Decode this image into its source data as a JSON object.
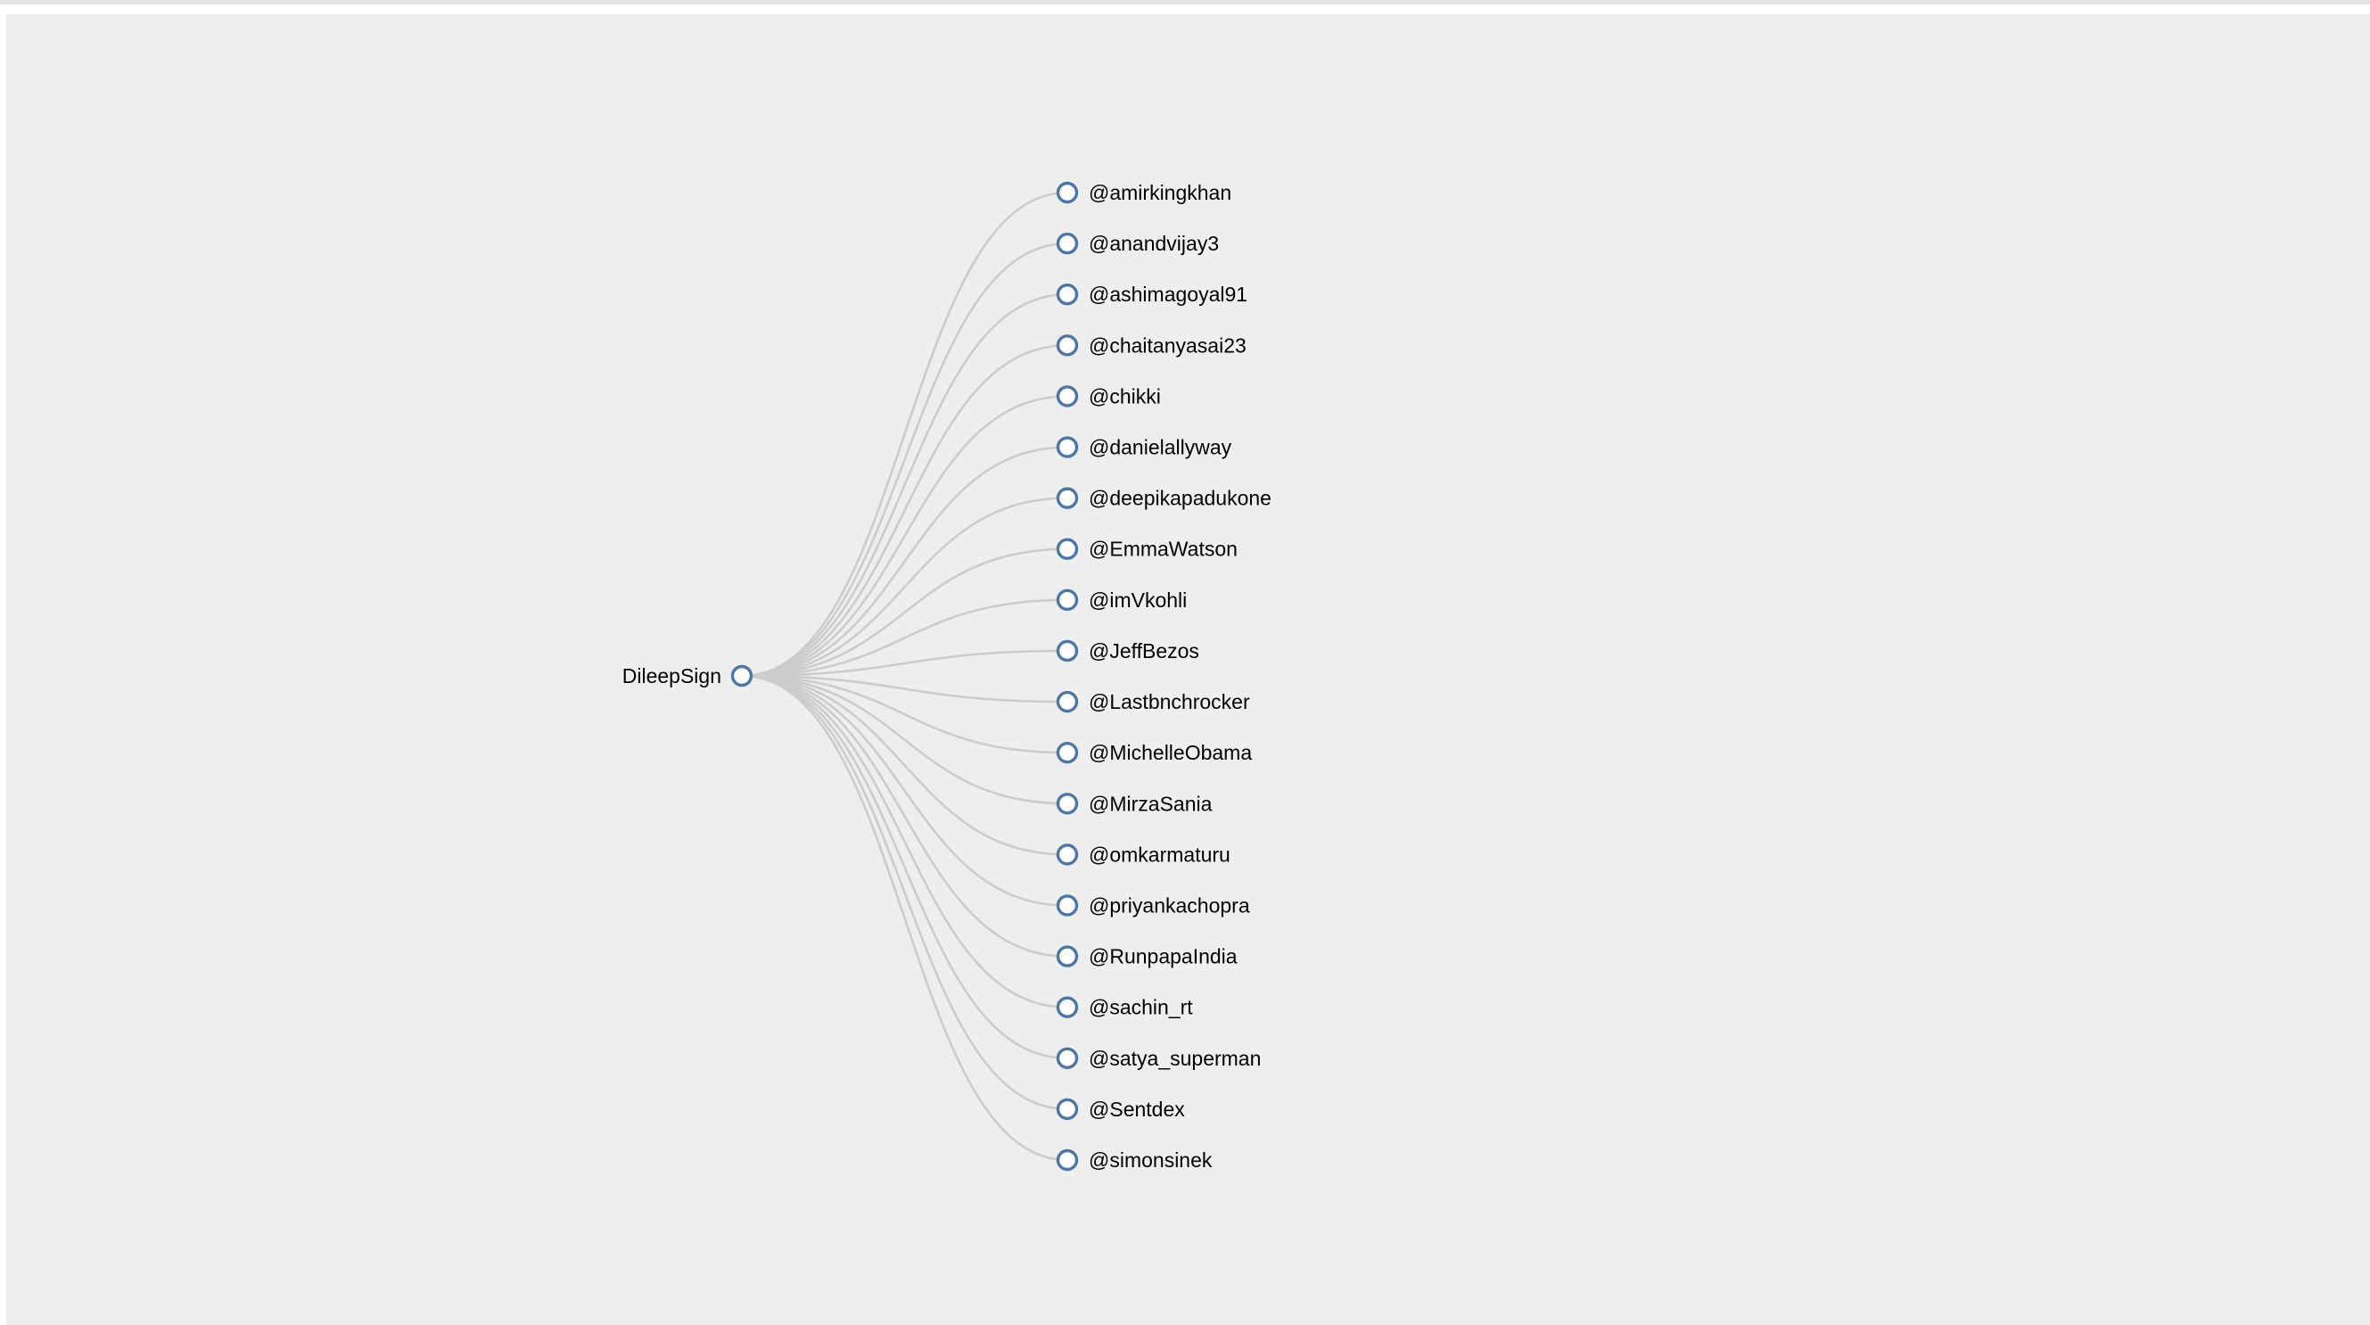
{
  "chart_data": {
    "type": "tree",
    "root": {
      "name": "DileepSign",
      "children": [
        {
          "name": "@amirkingkhan"
        },
        {
          "name": "@anandvijay3"
        },
        {
          "name": "@ashimagoyal91"
        },
        {
          "name": "@chaitanyasai23"
        },
        {
          "name": "@chikki"
        },
        {
          "name": "@danielallyway"
        },
        {
          "name": "@deepikapadukone"
        },
        {
          "name": "@EmmaWatson"
        },
        {
          "name": "@imVkohli"
        },
        {
          "name": "@JeffBezos"
        },
        {
          "name": "@Lastbnchrocker"
        },
        {
          "name": "@MichelleObama"
        },
        {
          "name": "@MirzaSania"
        },
        {
          "name": "@omkarmaturu"
        },
        {
          "name": "@priyankachopra"
        },
        {
          "name": "@RunpapaIndia"
        },
        {
          "name": "@sachin_rt"
        },
        {
          "name": "@satya_superman"
        },
        {
          "name": "@Sentdex"
        },
        {
          "name": "@simonsinek"
        }
      ]
    },
    "orientation": "left-to-right",
    "colors": {
      "node_stroke": "#4d76a6",
      "node_fill": "#ffffff",
      "link": "#cccccc",
      "background": "#eeeeee"
    }
  }
}
